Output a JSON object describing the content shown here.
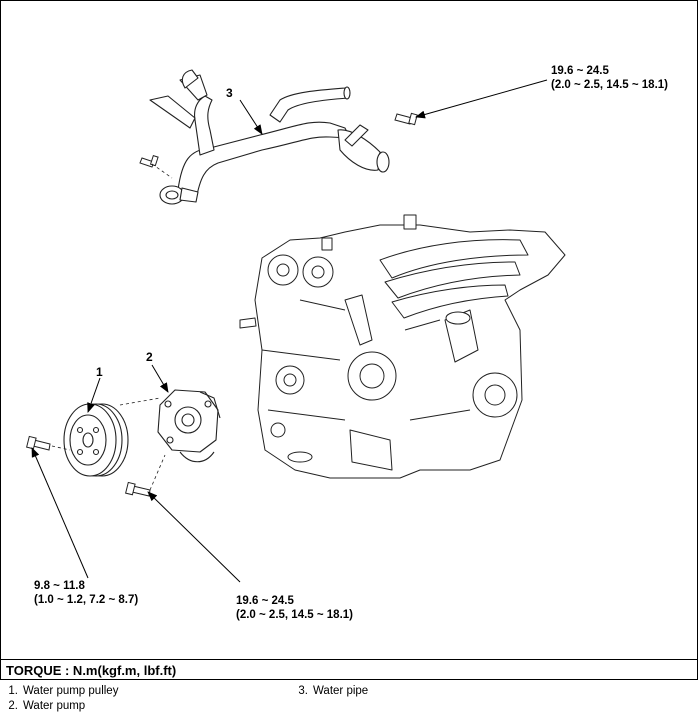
{
  "callouts": {
    "water_pipe": "3",
    "pulley": "1",
    "pump": "2"
  },
  "torque_specs": {
    "pipe_bolt": {
      "line1": "19.6 ~ 24.5",
      "line2": "(2.0 ~ 2.5, 14.5 ~ 18.1)"
    },
    "pulley_bolt": {
      "line1": "9.8 ~ 11.8",
      "line2": "(1.0 ~ 1.2, 7.2 ~ 8.7)"
    },
    "pump_bolt": {
      "line1": "19.6 ~ 24.5",
      "line2": "(2.0 ~ 2.5, 14.5 ~ 18.1)"
    }
  },
  "torque_unit_label": "TORQUE : N.m(kgf.m, lbf.ft)",
  "legend": [
    {
      "num": "1.",
      "label": "Water pump pulley"
    },
    {
      "num": "2.",
      "label": "Water pump"
    },
    {
      "num": "3.",
      "label": "Water pipe"
    }
  ]
}
